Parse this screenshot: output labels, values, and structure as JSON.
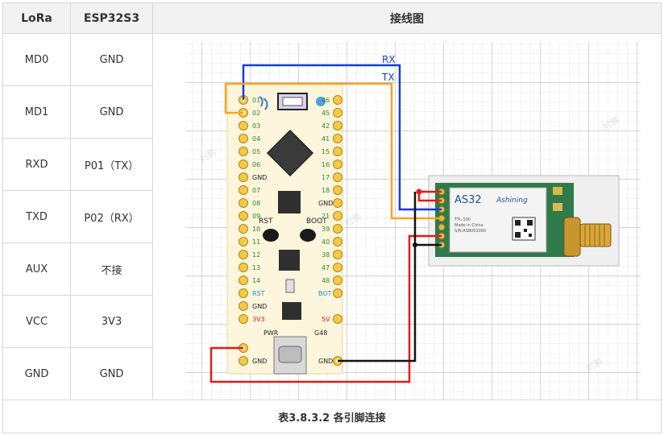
{
  "table": {
    "col1_header": "LoRa",
    "col2_header": "ESP32S3",
    "col3_header": "接线图",
    "rows": [
      {
        "lora": "MD0",
        "esp": "GND"
      },
      {
        "lora": "MD1",
        "esp": "GND"
      },
      {
        "lora": "RXD",
        "esp": "P01（TX）"
      },
      {
        "lora": "TXD",
        "esp": "P02（RX）"
      },
      {
        "lora": "AUX",
        "esp": "不接"
      },
      {
        "lora": "VCC",
        "esp": "3V3"
      },
      {
        "lora": "GND",
        "esp": "GND"
      }
    ],
    "caption": "表3.8.3.2 各引脚连接"
  },
  "diagram": {
    "wire_labels": {
      "rx": "RX",
      "tx": "TX"
    },
    "board": {
      "left_pins": [
        "01",
        "02",
        "03",
        "04",
        "05",
        "06",
        "07",
        "08",
        "09",
        "10",
        "11",
        "12",
        "13",
        "14",
        "RST",
        "3V3"
      ],
      "left_extra": [
        "GND",
        "GND",
        "GND"
      ],
      "right_pins": [
        "46",
        "45",
        "42",
        "41",
        "15",
        "16",
        "17",
        "18",
        "21",
        "39",
        "40",
        "38",
        "47",
        "48",
        "BOT",
        "5V"
      ],
      "right_extra": [
        "GND",
        "GND"
      ],
      "button_rst": "RST",
      "button_boot": "BOOT",
      "label_pwr": "PWR",
      "label_g48": "G48"
    },
    "module": {
      "name": "AS32",
      "brand": "Ashining",
      "info_lines": [
        "TTL-100",
        "Made in China",
        "S/N:AS8003000"
      ]
    },
    "wire_colors": {
      "blue": "#1a3cd6",
      "orange": "#f5a623",
      "red": "#e31b1b",
      "black": "#111111"
    },
    "watermark": "刘鹏"
  }
}
